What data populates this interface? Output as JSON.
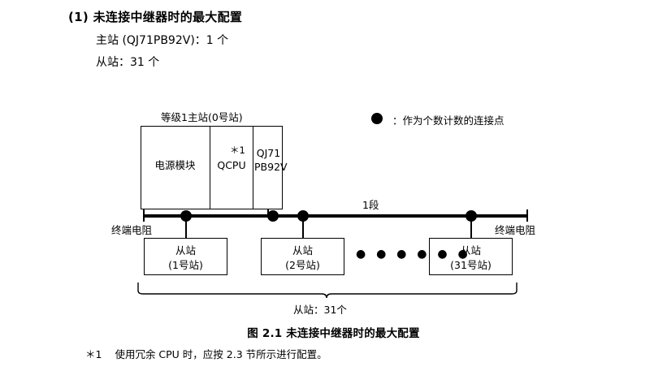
{
  "heading": {
    "number": "(1)",
    "text": "未连接中继器时的最大配置"
  },
  "specs": {
    "master": "主站 (QJ71PB92V)：1 个",
    "slave": "从站：31 个"
  },
  "diagram": {
    "master_title": "等级1主站(0号站)",
    "rack": {
      "power_module": "电源模块",
      "qcpu": "QCPU",
      "star1": "＊1",
      "pb92v_line1": "QJ71",
      "pb92v_line2": "PB92V"
    },
    "segment_label": "1段",
    "terminator_left": "终端电阻",
    "terminator_right": "终端电阻",
    "slaves": [
      {
        "line1": "从站",
        "line2": "(1号站)"
      },
      {
        "line1": "从站",
        "line2": "(2号站)"
      },
      {
        "line1": "从站",
        "line2": "(31号站)"
      }
    ],
    "ellipsis": "● ● ● ● ● ●",
    "brace_label": "从站：31个",
    "legend": {
      "symbol": "filled-circle",
      "text": "：作为个数计数的连接点"
    }
  },
  "caption": "图 2.1  未连接中继器时的最大配置",
  "footnote": {
    "mark": "＊1",
    "text": "使用冗余 CPU 时，应按 2.3 节所示进行配置。"
  },
  "colors": {
    "ink": "#000000",
    "background": "#ffffff"
  }
}
